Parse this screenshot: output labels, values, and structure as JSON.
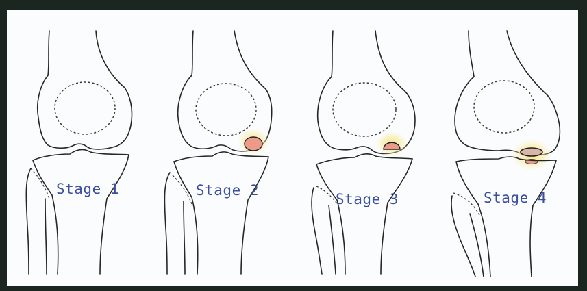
{
  "stages": [
    {
      "label": "Stage 1",
      "lesion": "none"
    },
    {
      "label": "Stage 2",
      "lesion": "small-round"
    },
    {
      "label": "Stage 3",
      "lesion": "partial-detached"
    },
    {
      "label": "Stage 4",
      "lesion": "loose-fragment"
    }
  ],
  "colors": {
    "label": "#3b4fa0",
    "lesion": "#ec9a8a",
    "halo": "#f7e98a",
    "background": "#fbfcfd",
    "border": "#1c2620"
  }
}
